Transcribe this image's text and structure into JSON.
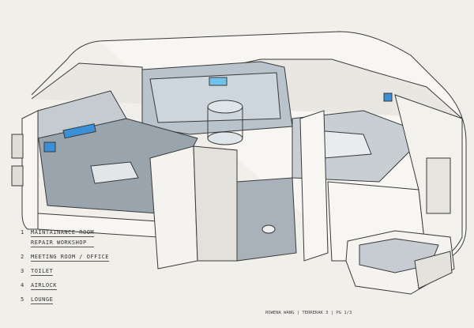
{
  "legend": [
    {
      "number": "1",
      "label": "Maintainance room",
      "sublabel": "Repair workshop"
    },
    {
      "number": "2",
      "label": "Meeting room / office"
    },
    {
      "number": "3",
      "label": "Toilet"
    },
    {
      "number": "4",
      "label": "Airlock"
    },
    {
      "number": "5",
      "label": "Lounge"
    }
  ],
  "signature": "Rowena Wang | Terrerak 3 | PG 1/3",
  "colors": {
    "background": "#f1efea",
    "line": "#3a3a3a",
    "screen": "#3b8fd6",
    "floor": "#8c96a0"
  }
}
